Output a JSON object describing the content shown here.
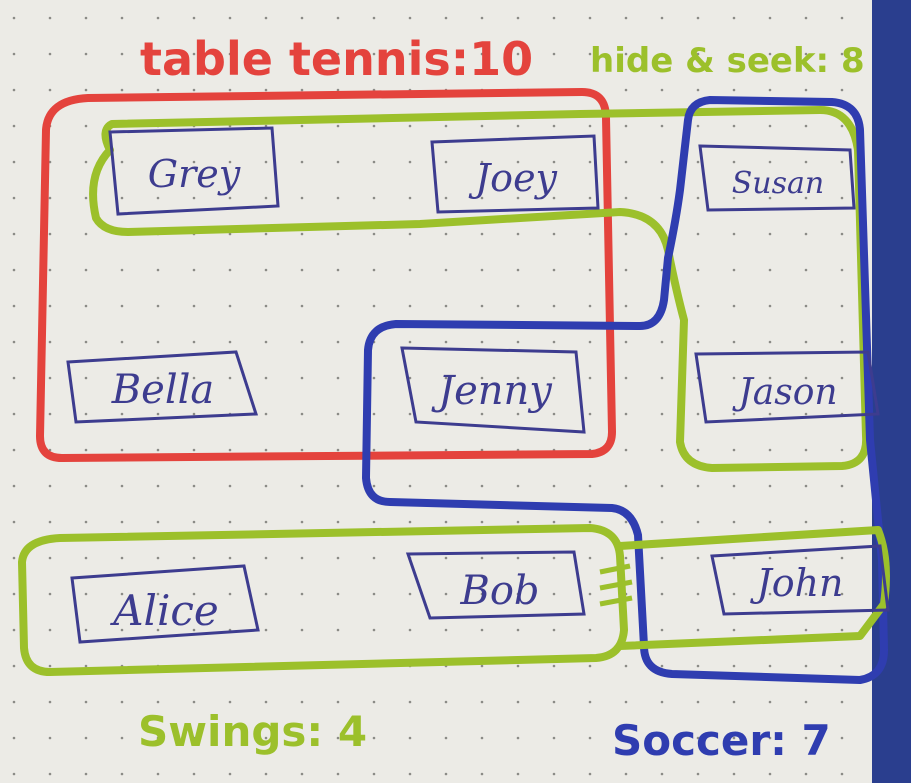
{
  "colors": {
    "paper": "#ecebe6",
    "dots": "#8b8b86",
    "red": "#e4433d",
    "green": "#9cc02b",
    "blue": "#2f3db0",
    "name_box": "#3d3c8f",
    "edge": "#2a3e8e"
  },
  "labels": {
    "table_tennis": "table tennis:10",
    "hide_seek": "hide & seek: 8",
    "swings": "Swings: 4",
    "soccer": "Soccer: 7"
  },
  "names": {
    "grey": "Grey",
    "joey": "Joey",
    "susan": "Susan",
    "bella": "Bella",
    "jenny": "Jenny",
    "jason": "Jason",
    "alice": "Alice",
    "bob": "Bob",
    "john": "John"
  }
}
